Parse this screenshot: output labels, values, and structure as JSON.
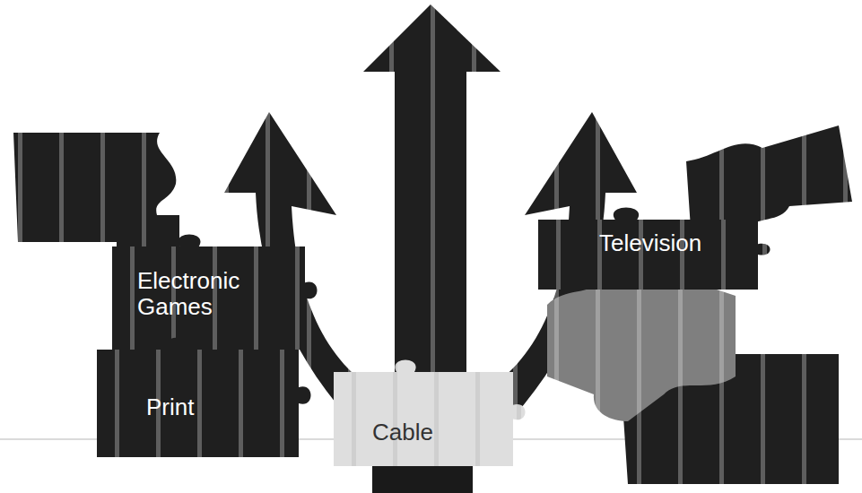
{
  "diagram": {
    "nodes": [
      {
        "text": [
          "Electronic Games"
        ]
      },
      {
        "text": [
          "Television"
        ]
      },
      {
        "text": [
          "Print"
        ]
      },
      {
        "text": [
          "Cable"
        ]
      }
    ]
  }
}
